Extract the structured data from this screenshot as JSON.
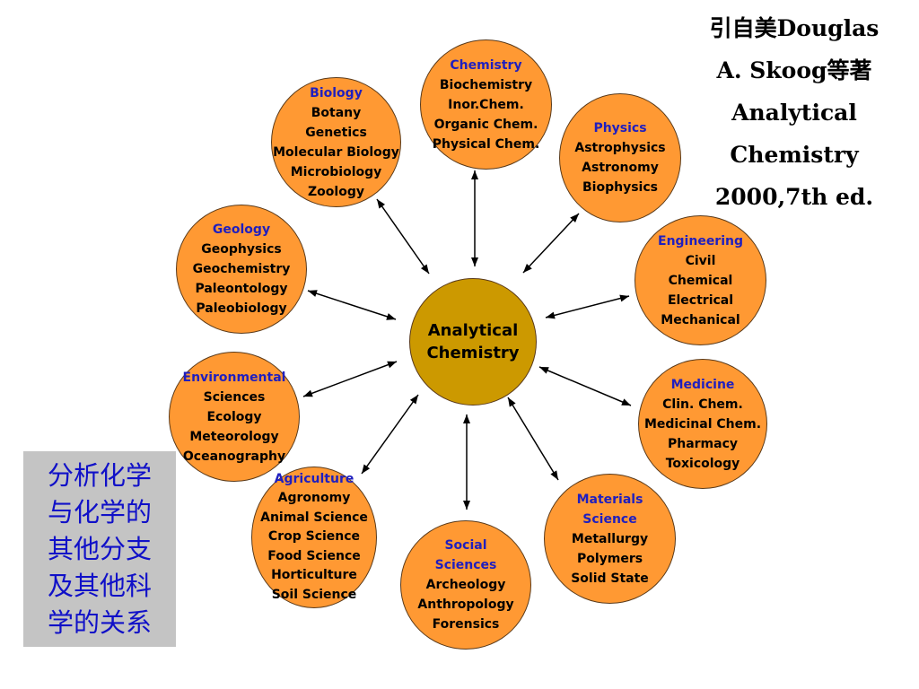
{
  "citation": [
    "引自美Douglas",
    "A. Skoog等著",
    "Analytical",
    "Chemistry",
    "2000,7th ed."
  ],
  "center": [
    "Analytical",
    "Chemistry"
  ],
  "nodes": [
    {
      "id": "chemistry",
      "title": "Chemistry",
      "items": [
        "Biochemistry",
        "Inor.Chem.",
        "Organic Chem.",
        "Physical Chem."
      ]
    },
    {
      "id": "physics",
      "title": "Physics",
      "items": [
        "Astrophysics",
        "Astronomy",
        "Biophysics"
      ]
    },
    {
      "id": "engineering",
      "title": "Engineering",
      "items": [
        "Civil",
        "Chemical",
        "Electrical",
        "Mechanical"
      ]
    },
    {
      "id": "medicine",
      "title": "Medicine",
      "items": [
        "Clin. Chem.",
        "Medicinal Chem.",
        "Pharmacy",
        "Toxicology"
      ]
    },
    {
      "id": "materials-science",
      "title": "Materials Science",
      "items": [
        "Metallurgy",
        "Polymers",
        "Solid State"
      ]
    },
    {
      "id": "social-sciences",
      "title": "Social Sciences",
      "items": [
        "Archeology",
        "Anthropology",
        "Forensics"
      ]
    },
    {
      "id": "agriculture",
      "title": "Agriculture",
      "items": [
        "Agronomy",
        "Animal Science",
        "Crop Science",
        "Food Science",
        "Horticulture",
        "Soil Science"
      ]
    },
    {
      "id": "environmental",
      "title": "Environmental",
      "items": [
        "Sciences",
        "Ecology",
        "Meteorology",
        "Oceanography"
      ]
    },
    {
      "id": "geology",
      "title": "Geology",
      "items": [
        "Geophysics",
        "Geochemistry",
        "Paleontology",
        "Paleobiology"
      ]
    },
    {
      "id": "biology",
      "title": "Biology",
      "items": [
        "Botany",
        "Genetics",
        "Molecular Biology",
        "Microbiology",
        "Zoology"
      ]
    }
  ],
  "sidebox": [
    "分析化学",
    "与化学的",
    "其他分支",
    "及其他科",
    "学的关系"
  ],
  "colors": {
    "node_fill": "#ff9933",
    "center_fill": "#cc9900",
    "title_text": "#1f1fbf",
    "sidebox_text": "#1010c8",
    "sidebox_bg": "#c4c4c4"
  }
}
